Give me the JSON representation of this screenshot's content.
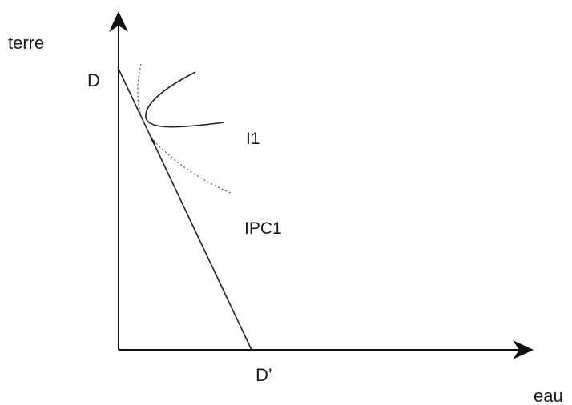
{
  "axes": {
    "y_label": "terre",
    "x_label": "eau"
  },
  "points": {
    "d_label": "D",
    "d_prime_label": "D’"
  },
  "curves": {
    "indifference_label": "I1",
    "ipc_label": "IPC1"
  },
  "colors": {
    "ink": "#1a1a1a",
    "dotted": "#555555",
    "background": "#ffffff"
  }
}
